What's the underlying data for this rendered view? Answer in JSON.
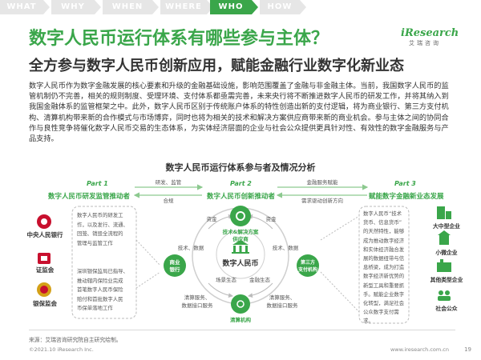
{
  "nav": {
    "tabs": [
      "WHAT",
      "WHY",
      "WHEN",
      "WHERE",
      "WHO",
      "HOW"
    ],
    "active": "WHO"
  },
  "header": {
    "title": "数字人民币运行体系有哪些参与主体？",
    "subtitle": "全方参与数字人民币创新应用，赋能金融行业数字化新业态",
    "logo_main": "iResearch",
    "logo_sub": "艾瑞咨询"
  },
  "body_text": "数字人民币作为数字金融发展的核心要素和升级的金融基础设施，影响范围覆盖了金融与非金融主体。当前，我国数字人民币的监管机制仍不完善，相关的规则制度、受理环境、支付体系都亟需完善，未来央行将不断推进数字人民币的研发工作，并将其纳入到我国金融体系的监管框架之中。此外，数字人民币区别于传统账户体系的特性创造出新的支付逻辑，将为商业银行、第三方支付机构、清算机构带来新的合作模式与市场博弈，同时也将为相关的技术和解决方案供应商带来新的商业机会。参与主体之间的协同合作与良性竞争将催化数字人民币交易的生态体系，为实体经济层面的企业与社会公众提供更具针对性、有效性的数字金融服务与产品支持。",
  "diagram": {
    "title": "数字人民币运行体系参与者及情况分析",
    "center": "数字人民币",
    "part1": {
      "tag": "Part 1",
      "label": "数字人民币研发监管推动者"
    },
    "part2": {
      "tag": "Part 2",
      "label": "数字人民币创新推动者"
    },
    "part3": {
      "tag": "Part 3",
      "label": "赋能数字金融新业态发展"
    },
    "top_left_arrow_top": "研发、监管",
    "top_left_arrow_bottom": "合规",
    "top_right_arrow_top": "金融服务赋能",
    "top_right_arrow_bottom": "需求驱动创新方向",
    "nodes": {
      "top": [
        "技术&解决方案",
        "供应商"
      ],
      "left": [
        "商业",
        "银行"
      ],
      "right": [
        "第三方",
        "支付机构"
      ],
      "bottom": "清算机构"
    },
    "inner_labels": {
      "fund_top_left": "资金",
      "fund_top_right": "资金",
      "tech_left": "技术、数据",
      "tech_right": "技术、数据",
      "scene": "场景生态",
      "finance": "金融生态",
      "clear_left": [
        "清算服务、",
        "数据接口服务"
      ],
      "clear_right": [
        "清算服务、",
        "数据接口服务"
      ]
    },
    "left_stakeholders": [
      {
        "name": "中央人民银行"
      },
      {
        "name": "证监会"
      },
      {
        "name": "银保监会"
      }
    ],
    "left_descriptions": [
      [
        "数字人民币的研发工",
        "作，以及发行、流通、",
        "回笼、销毁全流程的",
        "管理与监管工作"
      ],
      [
        "深圳银保监局已指导、",
        "推动辖内保险业完成",
        "首笔数字人民币保险",
        "赔付和首批数字人民",
        "币保单落地工作"
      ]
    ],
    "right_description": [
      "数字人民币“技术",
      "货币、信息货币”",
      "的天然特性，能够",
      "成为推动数字经济",
      "和实体经济融合发",
      "展的数据纽带与信",
      "息桥梁，成为打造",
      "数字经济新优势的",
      "新型工具和重要抓",
      "手。赋能企业数字",
      "化转型，满足社会",
      "公众数字支付需求。"
    ],
    "right_stakeholders": [
      {
        "name": "大中型企业"
      },
      {
        "name": "小微企业"
      },
      {
        "name": "其他类型企业"
      },
      {
        "name": "社会公众"
      }
    ],
    "colors": {
      "green": "#3aa64a",
      "light_green": "#d9efd6",
      "gray": "#999999"
    }
  },
  "footer": {
    "source": "来源：艾瑞咨询研究院自主研究绘制。",
    "copyright": "©2021.10 iResearch Inc.",
    "website": "www.iresearch.com.cn",
    "page": "19"
  }
}
